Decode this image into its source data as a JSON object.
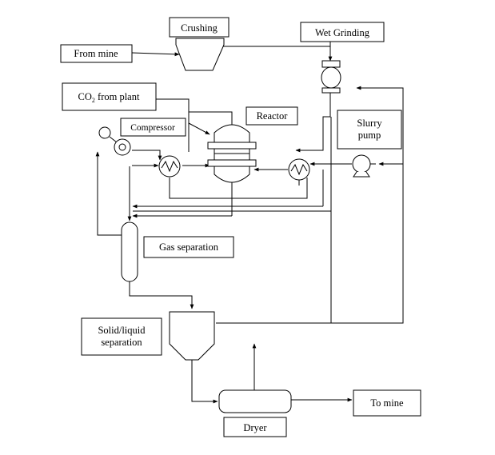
{
  "labels": {
    "crushing": "Crushing",
    "wet_grinding": "Wet Grinding",
    "from_mine": "From mine",
    "co2_main": "CO",
    "co2_sub": "2",
    "co2_rest": " from plant",
    "compressor": "Compressor",
    "reactor": "Reactor",
    "slurry_line1": "Slurry",
    "slurry_line2": "pump",
    "gas_separation": "Gas separation",
    "solid_liquid_line1": "Solid/liquid",
    "solid_liquid_line2": "separation",
    "to_mine": "To mine",
    "dryer": "Dryer"
  }
}
